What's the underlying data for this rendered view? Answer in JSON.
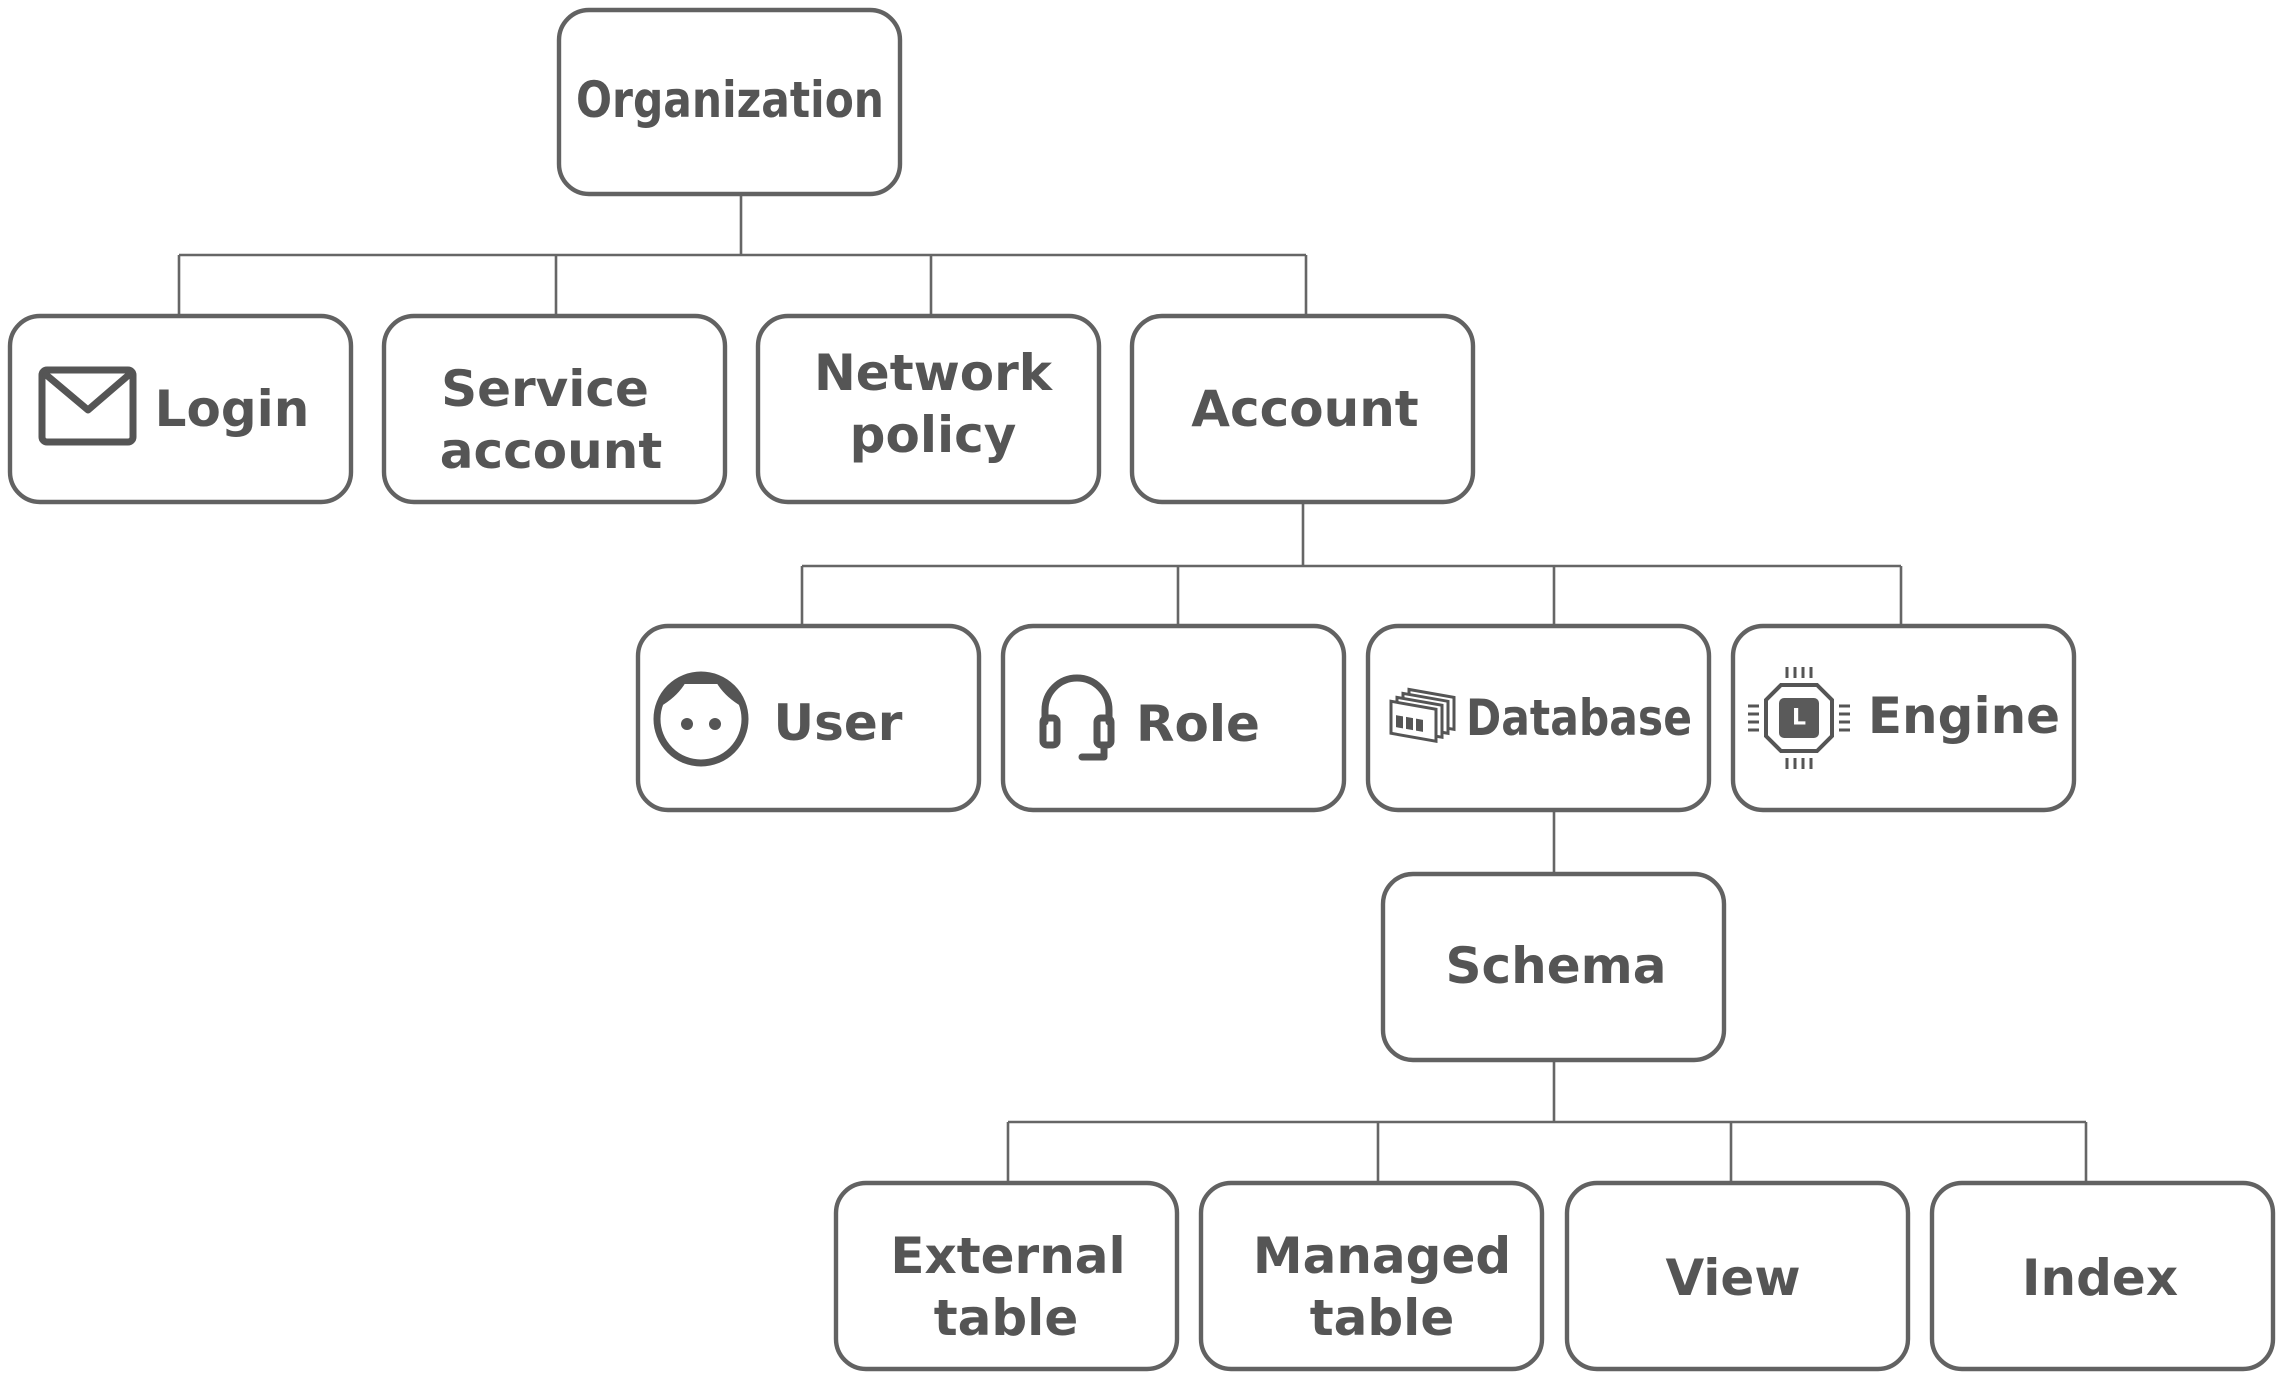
{
  "colors": {
    "border": "#626262",
    "text": "#555555",
    "line": "#666666",
    "background": "#ffffff"
  },
  "nodes": {
    "organization": {
      "label": "Organization"
    },
    "login": {
      "label": "Login",
      "icon": "envelope-icon"
    },
    "service_account": {
      "label_lines": [
        "Service",
        "account"
      ]
    },
    "network_policy": {
      "label_lines": [
        "Network",
        "policy"
      ]
    },
    "account": {
      "label": "Account"
    },
    "user": {
      "label": "User",
      "icon": "user-face-icon"
    },
    "role": {
      "label": "Role",
      "icon": "headset-icon"
    },
    "database": {
      "label": "Database",
      "icon": "database-stack-icon"
    },
    "engine": {
      "label": "Engine",
      "icon": "chip-icon",
      "icon_letter": "L"
    },
    "schema": {
      "label": "Schema"
    },
    "external_table": {
      "label_lines": [
        "External",
        "table"
      ]
    },
    "managed_table": {
      "label_lines": [
        "Managed",
        "table"
      ]
    },
    "view": {
      "label": "View"
    },
    "index": {
      "label": "Index"
    }
  }
}
